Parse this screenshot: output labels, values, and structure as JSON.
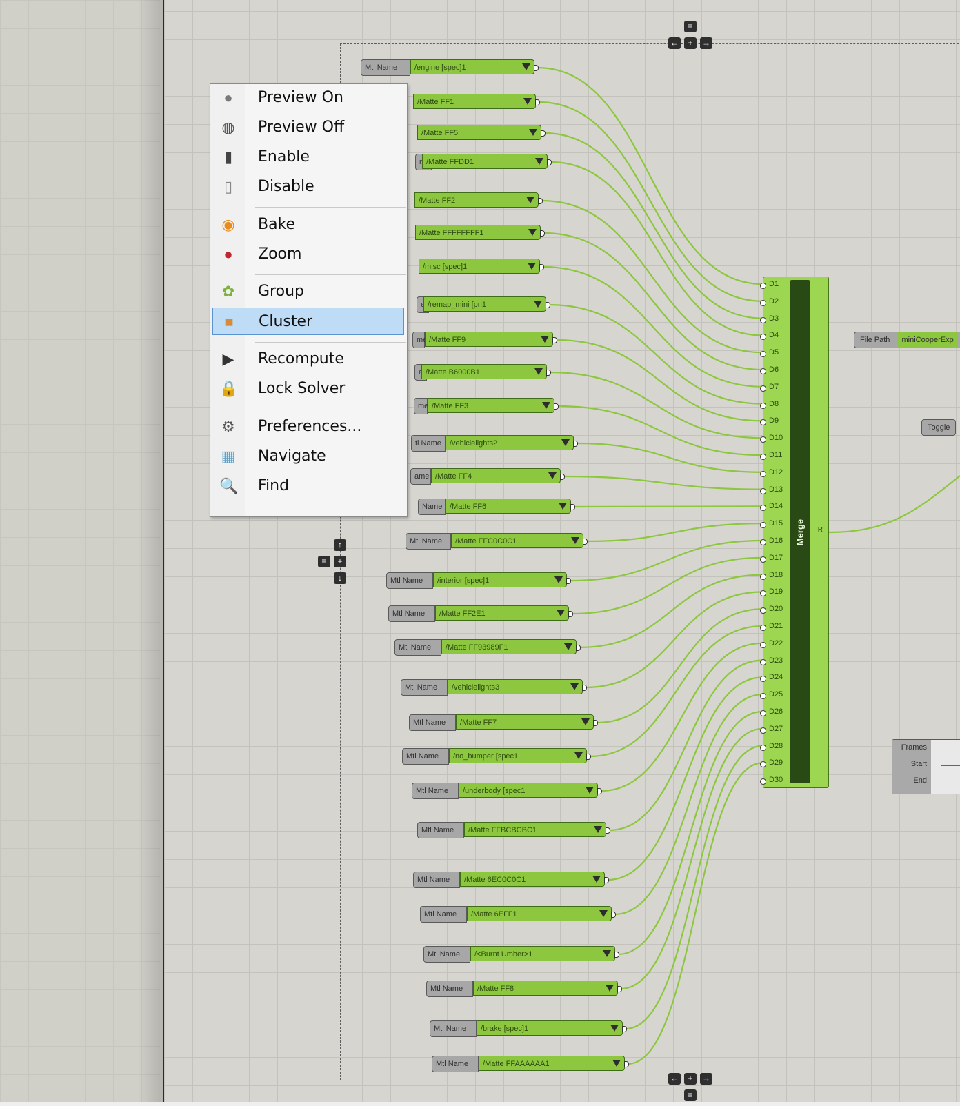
{
  "menu": {
    "items": [
      {
        "label": "Preview On",
        "icon": "sphere-shaded-icon"
      },
      {
        "label": "Preview Off",
        "icon": "sphere-wire-icon"
      },
      {
        "label": "Enable",
        "icon": "component-on-icon"
      },
      {
        "label": "Disable",
        "icon": "component-off-icon"
      },
      {
        "label": "Bake",
        "icon": "bake-egg-icon"
      },
      {
        "label": "Zoom",
        "icon": "zoom-pin-icon"
      },
      {
        "label": "Group",
        "icon": "group-icon"
      },
      {
        "label": "Cluster",
        "icon": "cluster-box-icon"
      },
      {
        "label": "Recompute",
        "icon": "play-icon"
      },
      {
        "label": "Lock Solver",
        "icon": "padlock-icon"
      },
      {
        "label": "Preferences...",
        "icon": "gear-icon"
      },
      {
        "label": "Navigate",
        "icon": "map-icon"
      },
      {
        "label": "Find",
        "icon": "magnifier-icon"
      }
    ],
    "selected": "Cluster"
  },
  "nodes": [
    {
      "label": "Mtl Name",
      "value": "/engine [spec]1"
    },
    {
      "label": "",
      "value": "/Matte FF1"
    },
    {
      "label": "",
      "value": "/Matte FF5"
    },
    {
      "label": "ne",
      "value": "/Matte FFDD1"
    },
    {
      "label": "",
      "value": "/Matte FF2"
    },
    {
      "label": "",
      "value": "/Matte FFFFFFFF1"
    },
    {
      "label": "",
      "value": "/misc [spec]1"
    },
    {
      "label": "e",
      "value": "/remap_mini [pri1"
    },
    {
      "label": "me",
      "value": "/Matte FF9"
    },
    {
      "label": "e",
      "value": "/Matte B6000B1"
    },
    {
      "label": "me",
      "value": "/Matte FF3"
    },
    {
      "label": "tl Name",
      "value": "/vehiclelights2"
    },
    {
      "label": "ame",
      "value": "/Matte FF4"
    },
    {
      "label": "Name",
      "value": "/Matte FF6"
    },
    {
      "label": "Mtl Name",
      "value": "/Matte FFC0C0C1"
    },
    {
      "label": "Mtl Name",
      "value": "/interior [spec]1"
    },
    {
      "label": "Mtl Name",
      "value": "/Matte FF2E1"
    },
    {
      "label": "Mtl Name",
      "value": "/Matte FF93989F1"
    },
    {
      "label": "Mtl Name",
      "value": "/vehiclelights3"
    },
    {
      "label": "Mtl Name",
      "value": "/Matte FF7"
    },
    {
      "label": "Mtl Name",
      "value": "/no_bumper [spec1"
    },
    {
      "label": "Mtl Name",
      "value": "/underbody [spec1"
    },
    {
      "label": "Mtl Name",
      "value": "/Matte FFBCBCBC1"
    },
    {
      "label": "Mtl Name",
      "value": "/Matte 6EC0C0C1"
    },
    {
      "label": "Mtl Name",
      "value": "/Matte 6EFF1"
    },
    {
      "label": "Mtl Name",
      "value": "/<Burnt Umber>1"
    },
    {
      "label": "Mtl Name",
      "value": "/Matte FF8"
    },
    {
      "label": "Mtl Name",
      "value": "/brake [spec]1"
    },
    {
      "label": "Mtl Name",
      "value": "/Matte FFAAAAAA1"
    }
  ],
  "merge": {
    "title": "Merge",
    "output": "R",
    "inputs": [
      "D1",
      "D2",
      "D3",
      "D4",
      "D5",
      "D6",
      "D7",
      "D8",
      "D9",
      "D10",
      "D11",
      "D12",
      "D13",
      "D14",
      "D15",
      "D16",
      "D17",
      "D18",
      "D19",
      "D20",
      "D21",
      "D22",
      "D23",
      "D24",
      "D25",
      "D26",
      "D27",
      "D28",
      "D29",
      "D30"
    ]
  },
  "right_nodes": {
    "file_path_label": "File Path",
    "file_path_value": "miniCooperExp",
    "toggle_label": "Toggle",
    "frames_label": "Frames",
    "start_label": "Start",
    "end_label": "End"
  },
  "colors": {
    "wire": "#8dc63f",
    "node_value": "#8dc63f",
    "menu_selected": "#bfdcf6"
  }
}
